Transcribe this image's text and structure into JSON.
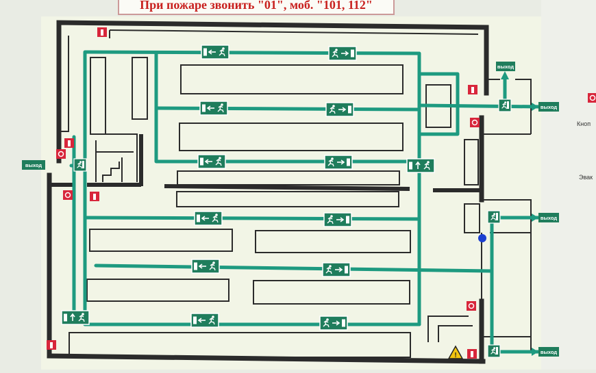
{
  "header": {
    "text": "При пожаре звонить \"01\", моб. \"101, 112\""
  },
  "exit_label": "выход",
  "side_labels": {
    "button": "Кноп",
    "evac": "Эвак"
  },
  "colors": {
    "background": "#e9ece4",
    "plan": "#f2f5e6",
    "wall": "#2b2b2b",
    "route": "#1e9a80",
    "sign": "#1f7d5c",
    "alarm": "#d8263b",
    "title_text": "#c8201e"
  },
  "icons": [
    "exit-running-man-icon",
    "arrow-left-icon",
    "arrow-right-icon",
    "arrow-up-icon",
    "fire-extinguisher-icon",
    "fire-alarm-button-icon",
    "warning-electric-icon",
    "you-are-here-icon"
  ]
}
